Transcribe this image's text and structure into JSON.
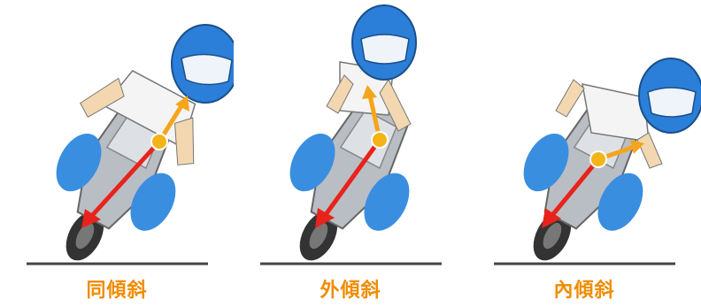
{
  "panels": [
    {
      "caption": "同傾斜",
      "variant": "same"
    },
    {
      "caption": "外傾斜",
      "variant": "outside"
    },
    {
      "caption": "內傾斜",
      "variant": "inside"
    }
  ],
  "colors": {
    "caption": "#f08c00",
    "helmet": "#2b7fd8",
    "jacket_blue": "#3a8ee0",
    "bike_gray": "#b9bec4",
    "tire": "#333333",
    "red_arrow": "#e8231b",
    "orange_arrow": "#f4a51c",
    "center_dot": "#f3b418",
    "ground": "#444444"
  }
}
